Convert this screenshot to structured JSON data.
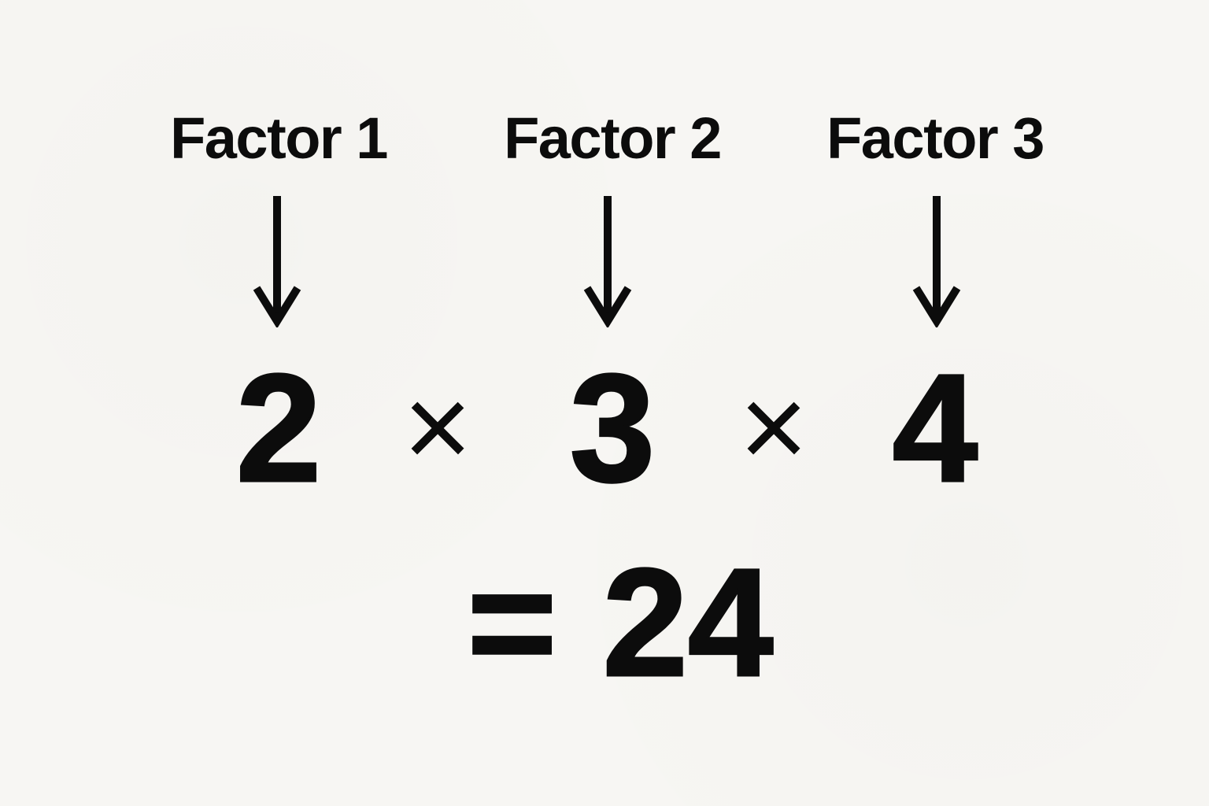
{
  "colors": {
    "background": "#f7f6f3",
    "ink": "#0c0c0c"
  },
  "factor_labels": [
    "Factor 1",
    "Factor 2",
    "Factor 3"
  ],
  "equation": {
    "tokens": [
      "2",
      "×",
      "3",
      "×",
      "4"
    ]
  },
  "result": {
    "equals_sign": "=",
    "value": "24"
  },
  "icons": {
    "down_arrow": "↓"
  }
}
